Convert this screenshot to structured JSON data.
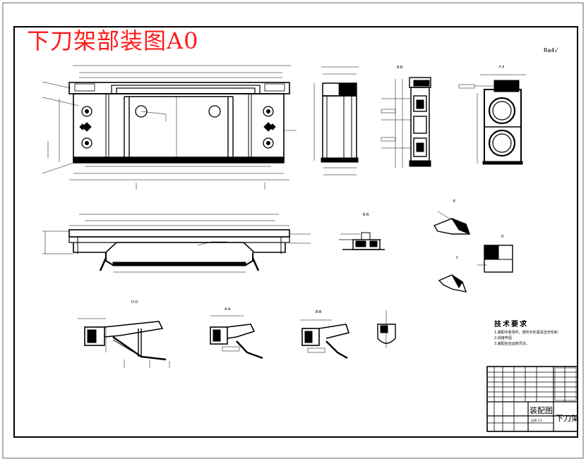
{
  "drawing": {
    "title": "下刀架部装图A0",
    "surface_roughness": "Ra4√",
    "section_labels": {
      "bb_top": "B-B",
      "ff_top": "F-F",
      "e_detail": "E",
      "d_detail": "D",
      "c_detail": "C",
      "bb_mid": "B-B",
      "dd_section": "D-D",
      "aa_section": "A-A",
      "bb_bottom": "B-B"
    },
    "technical_requirements": {
      "title": "技术要求",
      "items": [
        "1.装配中各零件、部件外形需清洁无毛刺",
        "2.焊接牢固",
        "3.装配后应运转灵活。"
      ]
    },
    "title_block": {
      "drawing_type": "装配图",
      "part_name": "下刀架",
      "scale_text": "比例 1:5"
    }
  },
  "colors": {
    "title": "#ff1a1a",
    "line": "#000000",
    "background": "#ffffff"
  }
}
